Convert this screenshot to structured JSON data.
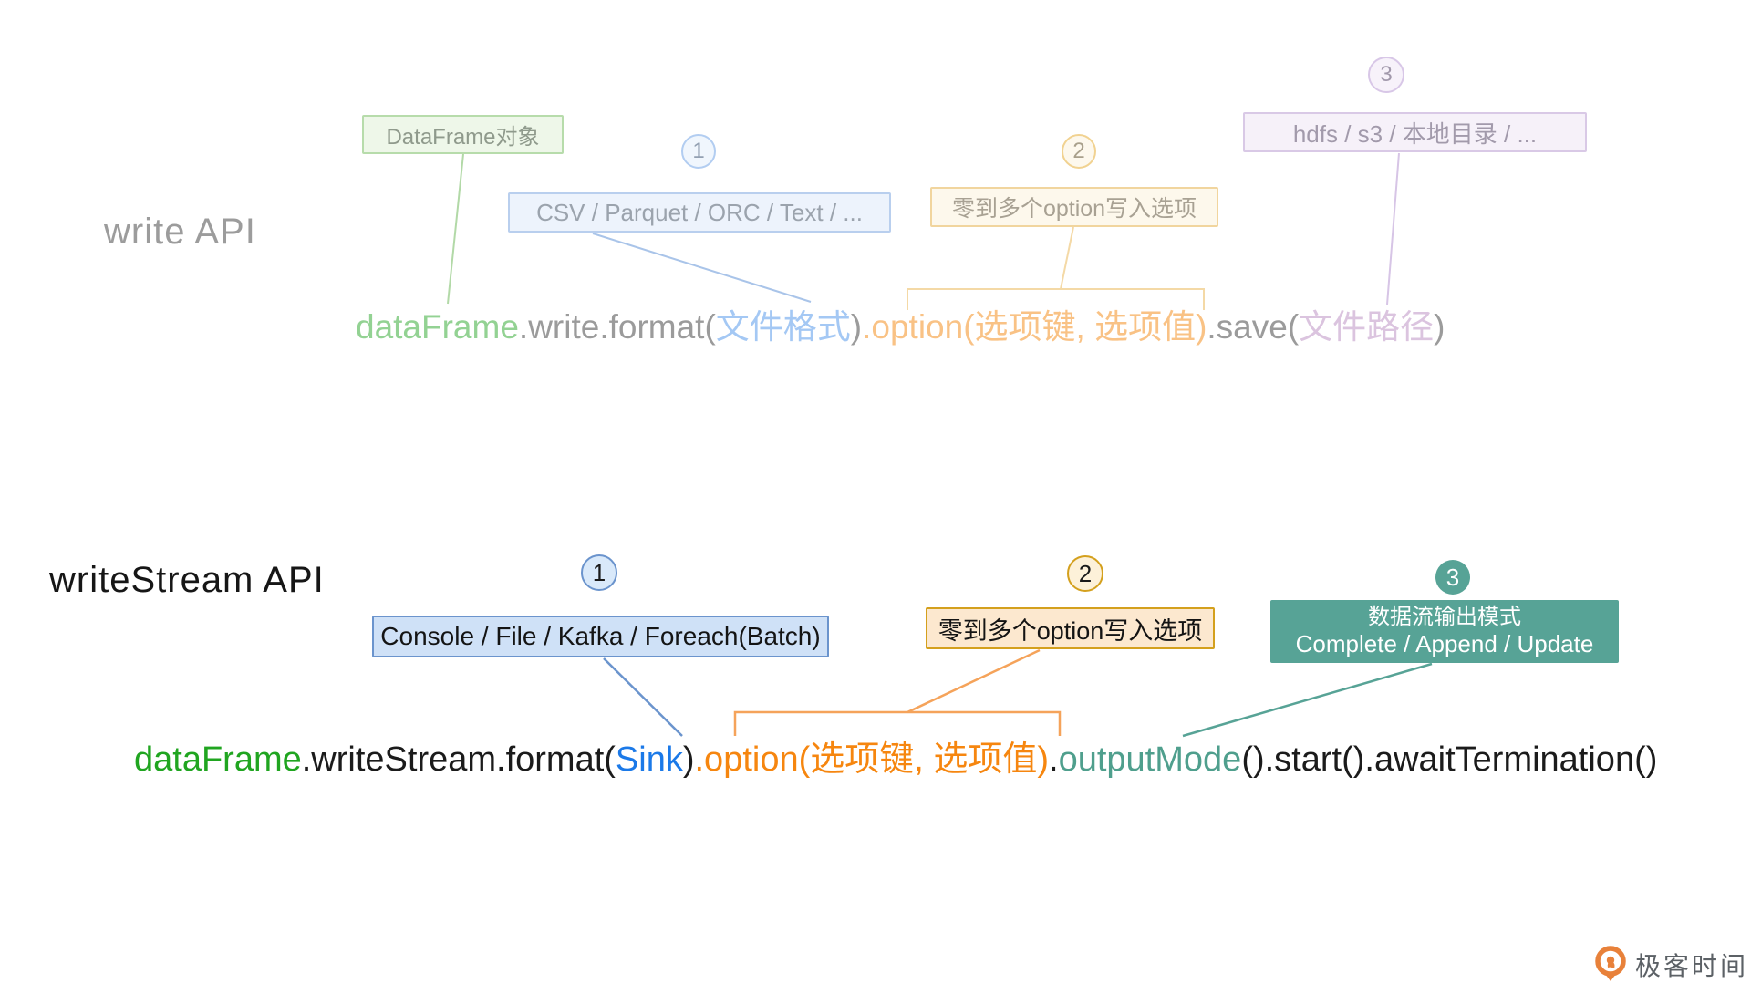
{
  "write": {
    "label": "write API",
    "callout_dataframe": "DataFrame对象",
    "badge_1": "1",
    "callout_format": "CSV / Parquet / ORC / Text / ...",
    "badge_2": "2",
    "callout_option": "零到多个option写入选项",
    "badge_3": "3",
    "callout_path": "hdfs / s3 / 本地目录 / ...",
    "code": [
      {
        "t": "dataFrame",
        "c": "#93d293"
      },
      {
        "t": ".write.format(",
        "c": "#9b9b9b"
      },
      {
        "t": "文件格式",
        "c": "#a4c8f4"
      },
      {
        "t": ")",
        "c": "#9b9b9b"
      },
      {
        "t": ".option(选项键, 选项值)",
        "c": "#f9c285"
      },
      {
        "t": ".save(",
        "c": "#9b9b9b"
      },
      {
        "t": "文件路径",
        "c": "#dbc4df"
      },
      {
        "t": ")",
        "c": "#9b9b9b"
      }
    ]
  },
  "stream": {
    "label": "writeStream API",
    "badge_1": "1",
    "callout_sink": "Console / File / Kafka / Foreach(Batch)",
    "badge_2": "2",
    "callout_option": "零到多个option写入选项",
    "badge_3": "3",
    "callout_mode_title": "数据流输出模式",
    "callout_mode_values": "Complete / Append / Update",
    "code": [
      {
        "t": "dataFrame",
        "c": "#20a520"
      },
      {
        "t": ".writeStream.format(",
        "c": "#1b1b1b"
      },
      {
        "t": "Sink",
        "c": "#1b79e8"
      },
      {
        "t": ")",
        "c": "#1b1b1b"
      },
      {
        "t": ".option(选项键, 选项值)",
        "c": "#f6860f"
      },
      {
        "t": ".",
        "c": "#1b1b1b"
      },
      {
        "t": "outputMode",
        "c": "#4f9f8d"
      },
      {
        "t": "().start().awaitTermination()",
        "c": "#1b1b1b"
      }
    ]
  },
  "logo": {
    "brand": "极客时间",
    "accent": "#e8813a"
  },
  "colors": {
    "teal_box": "#57a396",
    "blue_border_bold": "#6b94cd",
    "orange_border_bold": "#d4a01d",
    "green_faded": "#b7dcab",
    "blue_faded": "#b9cfee",
    "orange_faded": "#f1d59e",
    "purple_faded": "#d9c9e6"
  }
}
